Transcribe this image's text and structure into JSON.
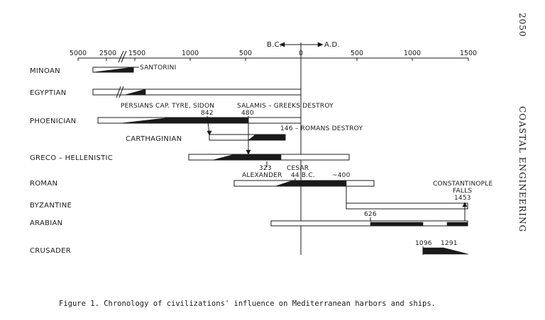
{
  "page_number": "2050",
  "running_head": "COASTAL ENGINEERING",
  "era_labels": {
    "bc": "B.C.",
    "ad": "A.D."
  },
  "axis_ticks": [
    "5000",
    "2500",
    "1500",
    "1000",
    "500",
    "0",
    "500",
    "1000",
    "1500"
  ],
  "rows": [
    "MINOAN",
    "EGYPTIAN",
    "PHOENICIAN",
    "CARTHAGINIAN",
    "GRECO – HELLENISTIC",
    "ROMAN",
    "BYZANTINE",
    "ARABIAN",
    "CRUSADER"
  ],
  "annotations": {
    "santorini": "SANTORINI",
    "persians": "PERSIANS CAP. TYRE, SIDON",
    "y842": "842",
    "salamis": "SALAMIS – GREEKS DESTROY",
    "y480": "480",
    "romans_destroy": "146 – ROMANS DESTROY",
    "y323": "323",
    "alexander": "ALEXANDER",
    "cesar": "CESAR",
    "y44": "44 B.C.",
    "y400": "~400",
    "constantinople": "CONSTANTINOPLE",
    "falls": "FALLS",
    "y1453": "1453",
    "y626": "626",
    "y1096": "1096",
    "y1291": "1291"
  },
  "caption": "Figure 1.  Chronology of civilizations' influence on Mediterranean harbors and ships."
}
